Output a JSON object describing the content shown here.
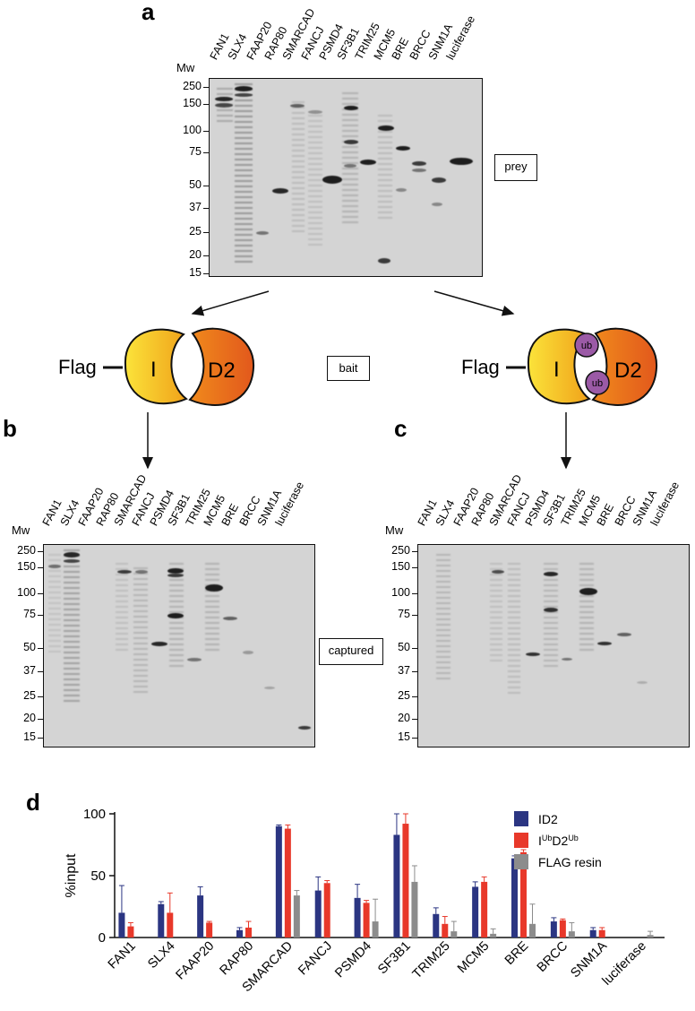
{
  "panels": {
    "a": "a",
    "b": "b",
    "c": "c",
    "d": "d"
  },
  "mw_title": "Mw",
  "lanes": [
    "FAN1",
    "SLX4",
    "FAAP20",
    "RAP80",
    "SMARCAD",
    "FANCJ",
    "PSMD4",
    "SF3B1",
    "TRIM25",
    "MCM5",
    "BRE",
    "BRCC",
    "SNM1A",
    "luciferase"
  ],
  "markers": [
    "250",
    "150",
    "100",
    "75",
    "50",
    "37",
    "25",
    "20",
    "15"
  ],
  "labels": {
    "prey": "prey",
    "bait": "bait",
    "captured": "captured"
  },
  "bait_diagram": {
    "flag": "Flag",
    "subunit_i": "I",
    "subunit_d2": "D2",
    "ub": "ub"
  },
  "colors": {
    "id2": "#2b3582",
    "iubd2ub": "#e8382a",
    "flag_resin": "#8c8c8c",
    "subunit_i": "#f3c21a",
    "subunit_d2": "#e8701c",
    "ub": "#9b5aa6"
  },
  "chart_data": {
    "type": "bar",
    "ylabel": "%input",
    "ylim": [
      0,
      100
    ],
    "yticks": [
      0,
      50,
      100
    ],
    "categories": [
      "FAN1",
      "SLX4",
      "FAAP20",
      "RAP80",
      "SMARCAD",
      "FANCJ",
      "PSMD4",
      "SF3B1",
      "TRIM25",
      "MCM5",
      "BRE",
      "BRCC",
      "SNM1A",
      "luciferase"
    ],
    "legend_position": "top-right",
    "series": [
      {
        "name": "ID2",
        "color": "#2b3582",
        "values": [
          20,
          27,
          34,
          6,
          90,
          38,
          32,
          83,
          19,
          41,
          64,
          13,
          6,
          0
        ],
        "errors": [
          22,
          2,
          7,
          2,
          1,
          11,
          11,
          17,
          5,
          4,
          2,
          3,
          2,
          0
        ]
      },
      {
        "name": "IUbD2Ub",
        "display_main": "I",
        "display_sup1": "Ub",
        "display_mid": "D2",
        "display_sup2": "Ub",
        "color": "#e8382a",
        "values": [
          9,
          20,
          12,
          8,
          88,
          44,
          28,
          92,
          11,
          45,
          69,
          14,
          6,
          0
        ],
        "errors": [
          3,
          16,
          1,
          5,
          3,
          2,
          2,
          8,
          6,
          4,
          2,
          1,
          2,
          0
        ]
      },
      {
        "name": "FLAG resin",
        "color": "#8c8c8c",
        "values": [
          0,
          0,
          0,
          0,
          34,
          0,
          13,
          45,
          5,
          3,
          11,
          5,
          0,
          2
        ],
        "errors": [
          0,
          0,
          0,
          0,
          4,
          0,
          18,
          13,
          8,
          4,
          16,
          7,
          0,
          3
        ]
      }
    ]
  }
}
